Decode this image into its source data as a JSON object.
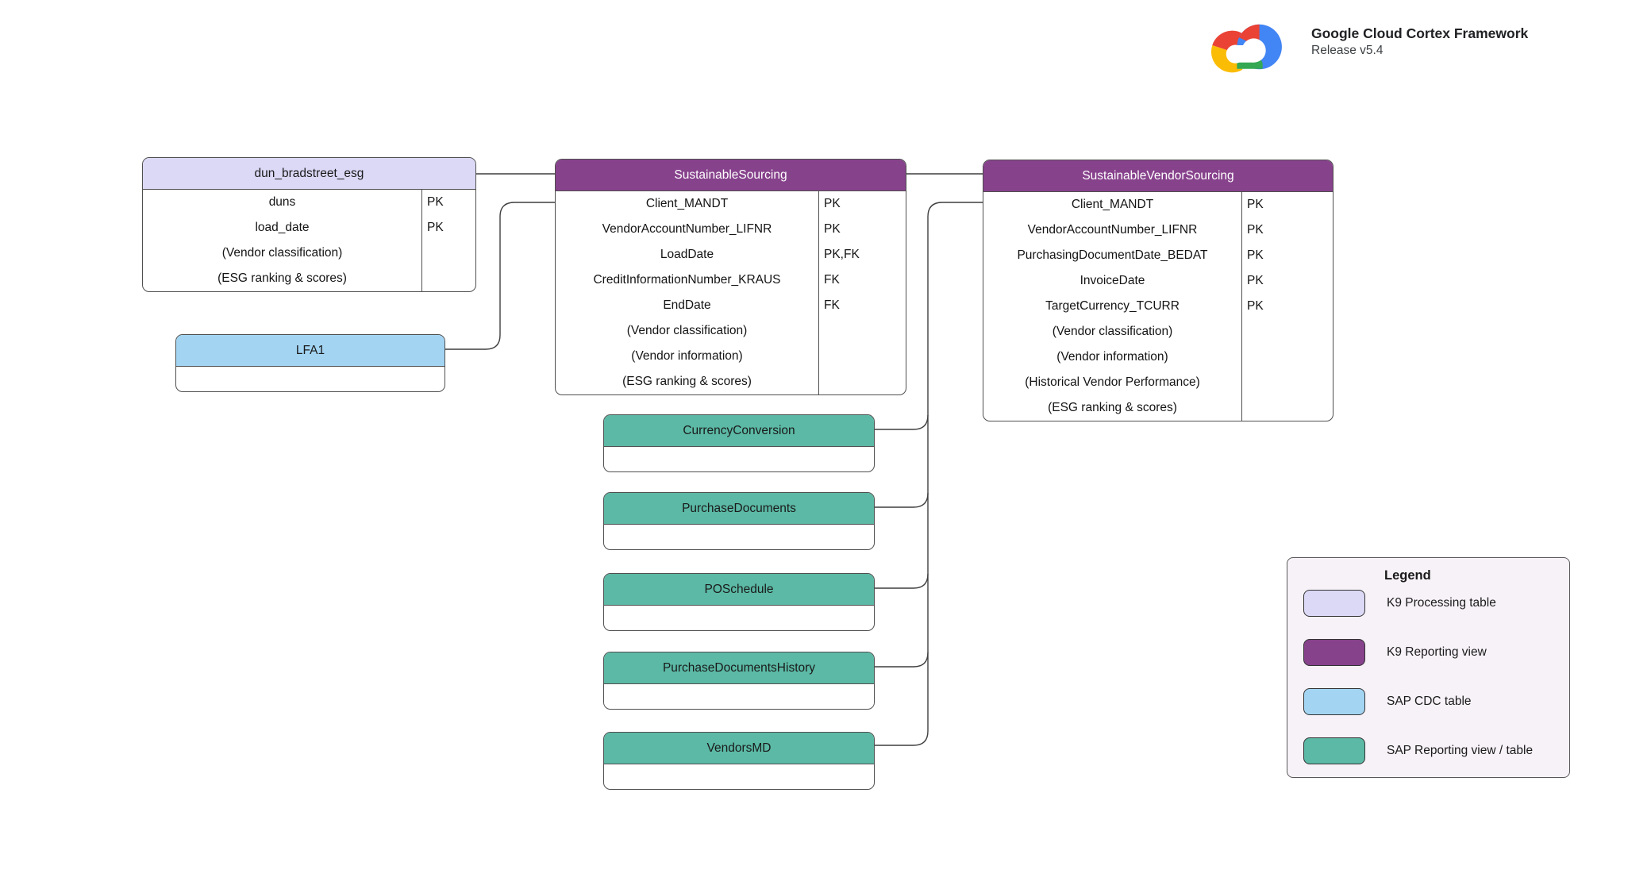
{
  "header": {
    "title": "Google Cloud Cortex Framework",
    "subtitle": "Release v5.4"
  },
  "colors": {
    "k9_processing_table": {
      "bg": "#DBD9F6",
      "fg": "#1a1a1a"
    },
    "k9_reporting_view": {
      "bg": "#87428C",
      "fg": "#ffffff"
    },
    "sap_cdc_table": {
      "bg": "#A3D5F3",
      "fg": "#1a1a1a"
    },
    "sap_reporting_view_table": {
      "bg": "#5BB9A5",
      "fg": "#1a1a1a"
    }
  },
  "tables": [
    {
      "name": "dun_bradstreet_esg",
      "type": "k9_processing_table",
      "rows": [
        {
          "name": "duns",
          "key": "PK"
        },
        {
          "name": "load_date",
          "key": "PK"
        },
        {
          "name": "(Vendor classification)",
          "key": ""
        },
        {
          "name": "(ESG ranking & scores)",
          "key": ""
        }
      ]
    },
    {
      "name": "LFA1",
      "type": "sap_cdc_table",
      "rows": []
    },
    {
      "name": "SustainableSourcing",
      "type": "k9_reporting_view",
      "rows": [
        {
          "name": "Client_MANDT",
          "key": "PK"
        },
        {
          "name": "VendorAccountNumber_LIFNR",
          "key": "PK"
        },
        {
          "name": "LoadDate",
          "key": "PK,FK"
        },
        {
          "name": "CreditInformationNumber_KRAUS",
          "key": "FK"
        },
        {
          "name": "EndDate",
          "key": "FK"
        },
        {
          "name": "(Vendor classification)",
          "key": ""
        },
        {
          "name": "(Vendor information)",
          "key": ""
        },
        {
          "name": "(ESG ranking & scores)",
          "key": ""
        }
      ]
    },
    {
      "name": "SustainableVendorSourcing",
      "type": "k9_reporting_view",
      "rows": [
        {
          "name": "Client_MANDT",
          "key": "PK"
        },
        {
          "name": "VendorAccountNumber_LIFNR",
          "key": "PK"
        },
        {
          "name": "PurchasingDocumentDate_BEDAT",
          "key": "PK"
        },
        {
          "name": "InvoiceDate",
          "key": "PK"
        },
        {
          "name": "TargetCurrency_TCURR",
          "key": "PK"
        },
        {
          "name": "(Vendor classification)",
          "key": ""
        },
        {
          "name": "(Vendor information)",
          "key": ""
        },
        {
          "name": "(Historical Vendor Performance)",
          "key": ""
        },
        {
          "name": "(ESG ranking & scores)",
          "key": ""
        }
      ]
    },
    {
      "name": "CurrencyConversion",
      "type": "sap_reporting_view_table",
      "rows": []
    },
    {
      "name": "PurchaseDocuments",
      "type": "sap_reporting_view_table",
      "rows": []
    },
    {
      "name": "POSchedule",
      "type": "sap_reporting_view_table",
      "rows": []
    },
    {
      "name": "PurchaseDocumentsHistory",
      "type": "sap_reporting_view_table",
      "rows": []
    },
    {
      "name": "VendorsMD",
      "type": "sap_reporting_view_table",
      "rows": []
    }
  ],
  "connections": [
    {
      "from": "dun_bradstreet_esg",
      "to": "SustainableSourcing"
    },
    {
      "from": "LFA1",
      "to": "SustainableSourcing"
    },
    {
      "from": "SustainableSourcing",
      "to": "SustainableVendorSourcing"
    },
    {
      "from": "CurrencyConversion",
      "to": "SustainableVendorSourcing"
    },
    {
      "from": "PurchaseDocuments",
      "to": "SustainableVendorSourcing"
    },
    {
      "from": "POSchedule",
      "to": "SustainableVendorSourcing"
    },
    {
      "from": "PurchaseDocumentsHistory",
      "to": "SustainableVendorSourcing"
    },
    {
      "from": "VendorsMD",
      "to": "SustainableVendorSourcing"
    }
  ],
  "legend": {
    "title": "Legend",
    "items": [
      {
        "label": "K9 Processing table",
        "type": "k9_processing_table"
      },
      {
        "label": "K9 Reporting view",
        "type": "k9_reporting_view"
      },
      {
        "label": "SAP CDC table",
        "type": "sap_cdc_table"
      },
      {
        "label": "SAP Reporting view / table",
        "type": "sap_reporting_view_table"
      }
    ]
  }
}
